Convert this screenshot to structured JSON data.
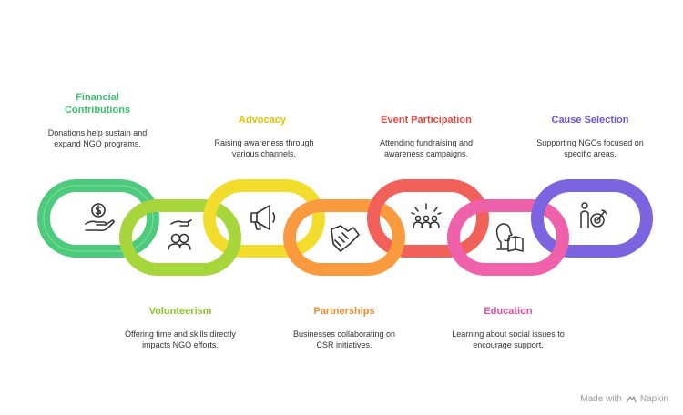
{
  "colors": {
    "green": "#4ccb7d",
    "lime": "#a6d63c",
    "yellow": "#f3dd2c",
    "orange": "#fa9a3f",
    "red": "#f2605a",
    "pink": "#ef62ab",
    "purple": "#7a64e0"
  },
  "links": [
    {
      "id": "financial",
      "title": "Financial Contributions",
      "description": "Donations help sustain and expand NGO programs.",
      "color": "#4ccb7d",
      "label_color": "#3cbf6c",
      "icon": "dollar-hand-icon"
    },
    {
      "id": "volunteerism",
      "title": "Volunteerism",
      "description": "Offering time and skills directly impacts NGO efforts.",
      "color": "#a6d63c",
      "label_color": "#8fc22a",
      "icon": "volunteer-icon"
    },
    {
      "id": "advocacy",
      "title": "Advocacy",
      "description": "Raising awareness through various channels.",
      "color": "#f3dd2c",
      "label_color": "#e0c400",
      "icon": "megaphone-icon"
    },
    {
      "id": "partnerships",
      "title": "Partnerships",
      "description": "Businesses collaborating on CSR initiatives.",
      "color": "#fa9a3f",
      "label_color": "#f28a2a",
      "icon": "handshake-icon"
    },
    {
      "id": "event",
      "title": "Event Participation",
      "description": "Attending fundraising and awareness campaigns.",
      "color": "#f2605a",
      "label_color": "#e8473f",
      "icon": "people-group-icon"
    },
    {
      "id": "education",
      "title": "Education",
      "description": "Learning about social issues to encourage support.",
      "color": "#ef62ab",
      "label_color": "#e64b9c",
      "icon": "reading-person-icon"
    },
    {
      "id": "cause",
      "title": "Cause Selection",
      "description": "Supporting NGOs focused on specific areas.",
      "color": "#7a64e0",
      "label_color": "#6d55d6",
      "icon": "target-person-icon"
    }
  ],
  "branding": {
    "text": "Made with",
    "brand": "Napkin"
  }
}
